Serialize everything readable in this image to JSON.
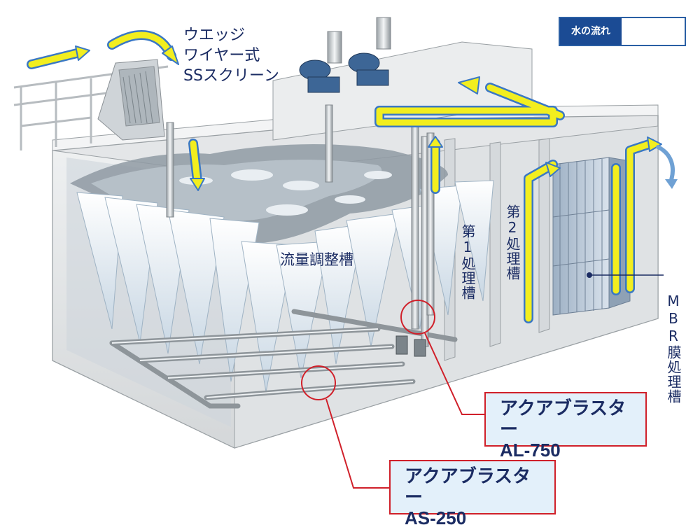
{
  "legend": {
    "label": "水の流れ"
  },
  "labels": {
    "screen": "ウエッジ\nワイヤー式\nSSスクリーン",
    "equalization_tank": "流量調整槽",
    "first_tank": "第1処理槽",
    "second_tank": "第2処理槽",
    "mbr_tank": "MBR膜処理槽"
  },
  "callouts": [
    {
      "name": "アクアブラスター",
      "model": "AL-750"
    },
    {
      "name": "アクアブラスター",
      "model": "AS-250"
    }
  ],
  "colors": {
    "flow_arrow": "#f2ee1f",
    "flow_outline": "#3a78c4",
    "label_text": "#1b2c63",
    "callout_border": "#d0202a",
    "callout_fill": "#e3f0fa",
    "legend_fill": "#1b4b94"
  }
}
